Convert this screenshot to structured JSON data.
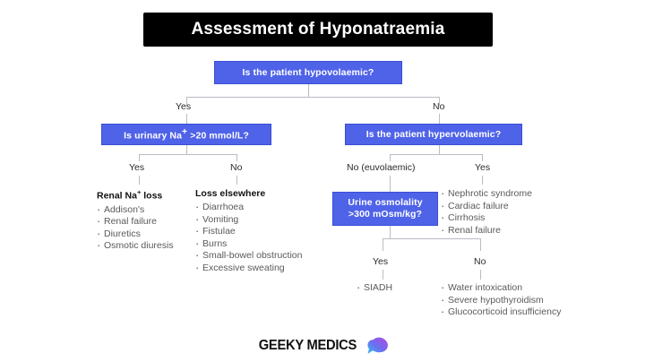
{
  "title": "Assessment of Hyponatraemia",
  "colors": {
    "box_blue": "#4f63e8",
    "box_border": "#3a4ed4",
    "line": "#b9bcc4",
    "title_bg": "#000000",
    "body_text": "#5a5a5a",
    "heading_text": "#111111"
  },
  "nodes": {
    "root": "Is the patient hypovolaemic?",
    "urinary_na": "Is urinary Na⁺ >20 mmol/L?",
    "hypervolaemic": "Is the patient hypervolaemic?",
    "urine_osmolality_line1": "Urine osmolality",
    "urine_osmolality_line2": ">300 mOsm/kg?"
  },
  "branch_labels": {
    "root_yes": "Yes",
    "root_no": "No",
    "urinary_yes": "Yes",
    "urinary_no": "No",
    "hyper_no": "No (euvolaemic)",
    "hyper_yes": "Yes",
    "osmo_yes": "Yes",
    "osmo_no": "No"
  },
  "outcomes": {
    "renal_na_loss": {
      "heading": "Renal Na⁺ loss",
      "items": [
        "Addison's",
        "Renal failure",
        "Diuretics",
        "Osmotic diuresis"
      ]
    },
    "loss_elsewhere": {
      "heading": "Loss elsewhere",
      "items": [
        "Diarrhoea",
        "Vomiting",
        "Fistulae",
        "Burns",
        "Small-bowel obstruction",
        "Excessive sweating"
      ]
    },
    "hypervolaemic_causes": {
      "heading": "",
      "items": [
        "Nephrotic syndrome",
        "Cardiac failure",
        "Cirrhosis",
        "Renal failure"
      ]
    },
    "osmo_high": {
      "heading": "",
      "items": [
        "SIADH"
      ]
    },
    "osmo_low": {
      "heading": "",
      "items": [
        "Water intoxication",
        "Severe hypothyroidism",
        "Glucocorticoid insufficiency"
      ]
    }
  },
  "footer": {
    "brand": "GEEKY MEDICS",
    "logo_icon": "brain-icon"
  }
}
